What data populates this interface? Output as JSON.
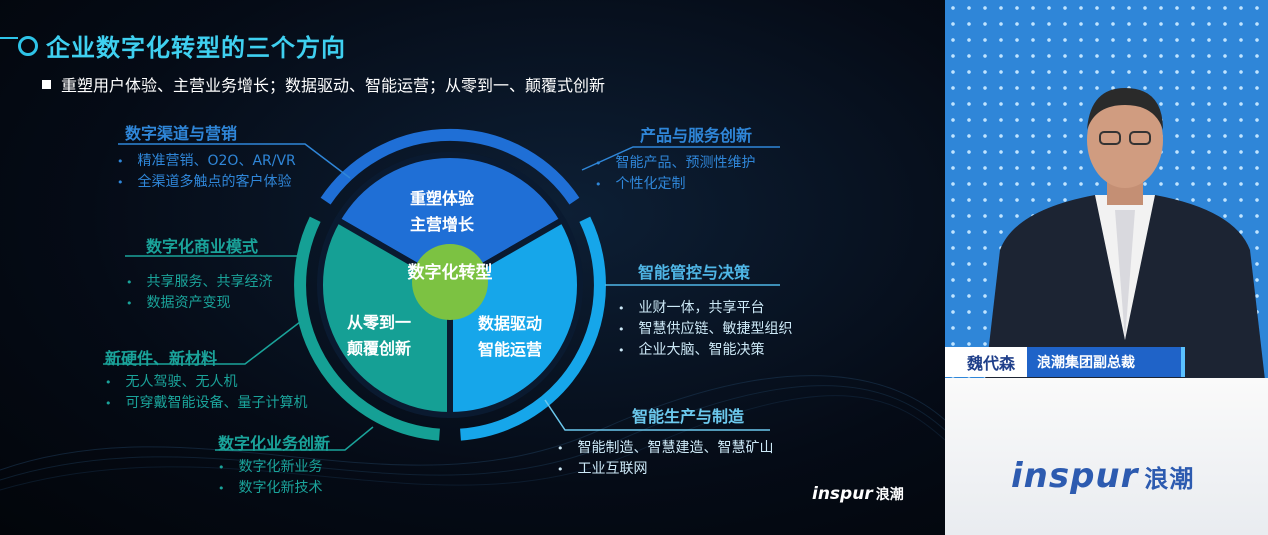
{
  "slide": {
    "title": "企业数字化转型的三个方向",
    "subtitle": "重塑用户体验、主营业务增长；数据驱动、智能运营；从零到一、颠覆式创新",
    "center": "数字化转型",
    "segments": {
      "top": [
        "重塑体验",
        "主营增长"
      ],
      "right": [
        "数据驱动",
        "智能运营"
      ],
      "left": [
        "从零到一",
        "颠覆创新"
      ]
    },
    "blocks": [
      {
        "title": "数字渠道与营销",
        "items": [
          "精准营销、O2O、AR/VR",
          "全渠道多触点的客户体验"
        ]
      },
      {
        "title": "数字化商业模式",
        "items": [
          "共享服务、共享经济",
          "数据资产变现"
        ]
      },
      {
        "title": "新硬件、新材料",
        "items": [
          "无人驾驶、无人机",
          "可穿戴智能设备、量子计算机"
        ]
      },
      {
        "title": "数字化业务创新",
        "items": [
          "数字化新业务",
          "数字化新技术"
        ]
      },
      {
        "title": "产品与服务创新",
        "items": [
          "智能产品、预测性维护",
          "个性化定制"
        ]
      },
      {
        "title": "智能管控与决策",
        "items": [
          "业财一体，共享平台",
          "智慧供应链、敏捷型组织",
          "企业大脑、智能决策"
        ]
      },
      {
        "title": "智能生产与制造",
        "items": [
          "智能制造、智慧建造、智慧矿山",
          "工业互联网"
        ]
      }
    ],
    "logo": "inspur 浪潮"
  },
  "video": {
    "name": "魏代森",
    "role": "浪潮集团副总裁",
    "logo": "inspur 浪潮"
  },
  "colors": {
    "blue": "#1f6fd6",
    "light_blue": "#16a6ea",
    "teal": "#15a095",
    "center": "#7cc242"
  }
}
